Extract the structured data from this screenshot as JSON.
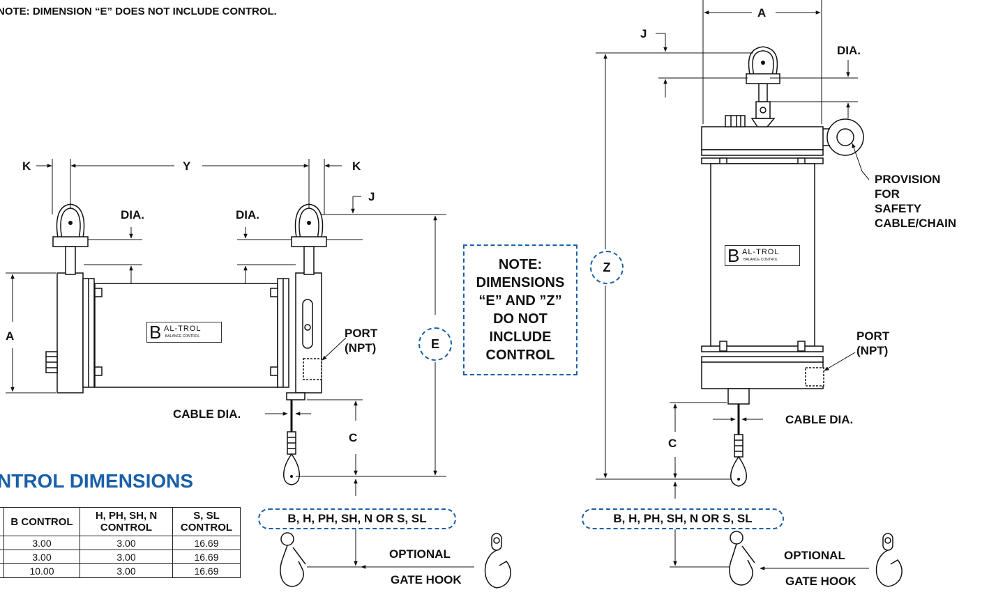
{
  "top_note": "NOTE: DIMENSION “E” DOES NOT INCLUDE CONTROL.",
  "section_title": "NTROL DIMENSIONS",
  "center_note": [
    "NOTE:",
    "DIMENSIONS",
    "“E” AND ”Z”",
    "DO NOT",
    "INCLUDE",
    "CONTROL"
  ],
  "left_view": {
    "labels": {
      "k_left": "K",
      "y": "Y",
      "k_right": "K",
      "j": "J",
      "dia_left": "DIA.",
      "dia_right": "DIA.",
      "a": "A",
      "port": [
        "PORT",
        "(NPT)"
      ],
      "e": "E",
      "cable_dia": "CABLE DIA.",
      "c": "C",
      "control_options": "B, H, PH, SH, N OR S, SL",
      "optional": "OPTIONAL",
      "gate_hook": "GATE HOOK"
    },
    "logo": {
      "letter": "B",
      "line1": "AL-TROL",
      "line2": "BALANCE CONTROL"
    }
  },
  "right_view": {
    "labels": {
      "a": "A",
      "j": "J",
      "dia": "DIA.",
      "provision": [
        "PROVISION",
        "FOR",
        "SAFETY",
        "CABLE/CHAIN"
      ],
      "z": "Z",
      "port": [
        "PORT",
        "(NPT)"
      ],
      "cable_dia": "CABLE DIA.",
      "c": "C",
      "control_options": "B, H, PH, SH, N OR S, SL",
      "optional": "OPTIONAL",
      "gate_hook": "GATE HOOK"
    },
    "logo": {
      "letter": "B",
      "line1": "AL-TROL",
      "line2": "BALANCE CONTROL"
    }
  },
  "table": {
    "headers": [
      ".",
      "B CONTROL",
      "H, PH, SH, N CONTROL",
      "S, SL CONTROL"
    ],
    "rows": [
      [
        "",
        "3.00",
        "3.00",
        "16.69"
      ],
      [
        "",
        "3.00",
        "3.00",
        "16.69"
      ],
      [
        "",
        "10.00",
        "3.00",
        "16.69"
      ]
    ]
  },
  "colors": {
    "accent": "#1a5fa8",
    "ink": "#111111"
  }
}
